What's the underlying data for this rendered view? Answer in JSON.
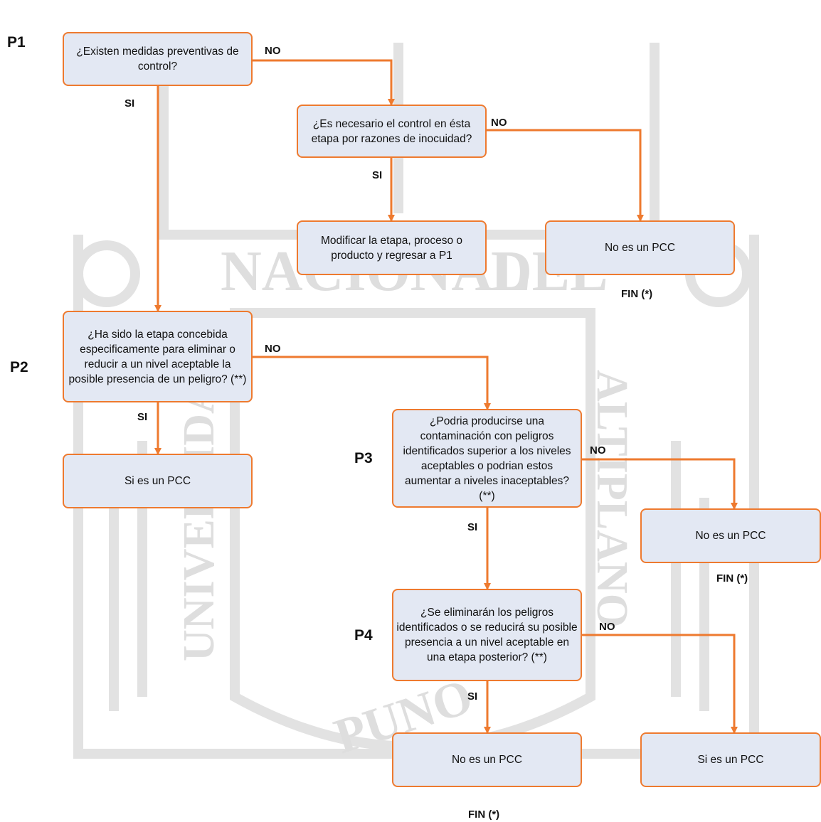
{
  "watermark": {
    "words": [
      "NACIONAL",
      "DEL",
      "UNIVERSIDAD",
      "ALTIPLANO",
      "PUNO"
    ],
    "color": "#dedede"
  },
  "step_labels": {
    "p1": "P1",
    "p2": "P2",
    "p3": "P3",
    "p4": "P4"
  },
  "nodes": {
    "q1": "¿Existen medidas preventivas de control?",
    "q1b": "¿Es necesario el control en ésta etapa por razones de inocuidad?",
    "modify": "Modificar la etapa, proceso o producto y regresar a P1",
    "not_pcc_1": "No es un PCC",
    "q2": "¿Ha sido la etapa concebida especificamente para eliminar o reducir a un nivel aceptable la posible presencia de un peligro? (**)",
    "is_pcc_1": "Si es un PCC",
    "q3": "¿Podria producirse una contaminación con peligros identificados superior a los niveles aceptables o podrian estos aumentar a niveles inaceptables? (**)",
    "not_pcc_2": "No es un PCC",
    "q4": "¿Se eliminarán los peligros identificados o se reducirá su posible presencia a un nivel aceptable en una etapa posterior? (**)",
    "not_pcc_3": "No es un PCC",
    "is_pcc_2": "Si es un PCC"
  },
  "edge_labels": {
    "q1_no": "NO",
    "q1_si": "SI",
    "q1b_no": "NO",
    "q1b_si": "SI",
    "q2_no": "NO",
    "q2_si": "SI",
    "q3_no": "NO",
    "q3_si": "SI",
    "q4_no": "NO",
    "q4_si": "SI"
  },
  "end_labels": {
    "fin_1": "FIN (*)",
    "fin_2": "FIN (*)",
    "fin_3": "FIN (*)"
  },
  "colors": {
    "connector": "#ee7a2f",
    "node_fill": "#e3e8f3",
    "node_border": "#ee7a2f"
  }
}
